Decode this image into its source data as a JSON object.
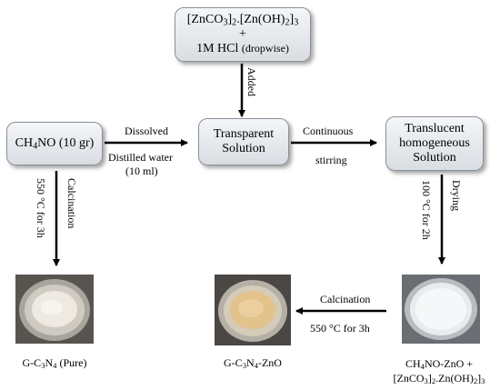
{
  "boxes": {
    "reagent": {
      "line1_parts": [
        "[ZnCO",
        "3",
        "]",
        "2",
        ".[Zn(OH)",
        "2",
        "]",
        "3"
      ],
      "line2": "+",
      "line3_main": "1M HCl",
      "line3_small": "(dropwise)"
    },
    "start": {
      "parts": [
        "CH",
        "4",
        "NO (10 gr)"
      ]
    },
    "transparent": {
      "line1": "Transparent",
      "line2": "Solution"
    },
    "translucent": {
      "line1": "Translucent",
      "line2": "homogeneous",
      "line3": "Solution"
    }
  },
  "arrows": {
    "added": "Added",
    "dissolved": "Dissolved",
    "distilled_1": "Distilled water",
    "distilled_2": "(10 ml)",
    "continuous": "Continuous",
    "stirring": "stirring",
    "calcination_left": "Calcination",
    "temp_left": "550 °C for 3h",
    "drying": "Drying",
    "temp_right": "100 °C for 2h",
    "calcination_bottom": "Calcination",
    "temp_bottom": "550 °C for 3h"
  },
  "products": {
    "pure": {
      "parts": [
        "G-C",
        "3",
        "N",
        "4",
        " (Pure)"
      ]
    },
    "zno": {
      "parts": [
        "G-C",
        "3",
        "N",
        "4",
        "-ZnO"
      ]
    },
    "mix": {
      "line1_parts": [
        "CH",
        "4",
        "NO-ZnO +"
      ],
      "line2_parts": [
        "[ZnCO",
        "3",
        "]",
        "2",
        ".Zn(OH)",
        "2",
        "]",
        "3"
      ]
    }
  },
  "colors": {
    "box_border": "#8a9099",
    "arrow": "#000000",
    "powder_white": "#eeeae2",
    "powder_tan": "#e2c38c"
  }
}
